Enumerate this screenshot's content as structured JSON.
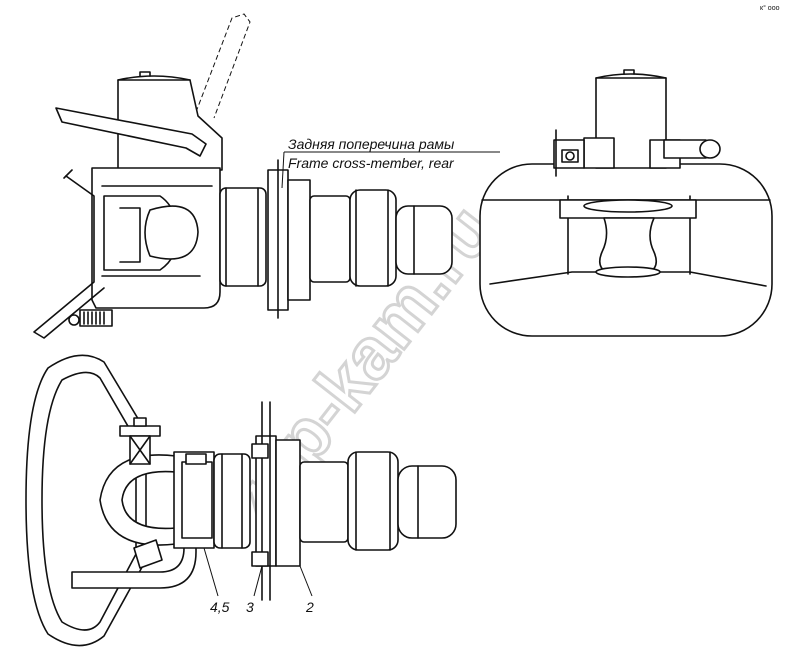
{
  "labels": {
    "caption_ru": "Задняя поперечина рамы",
    "caption_en": "Frame cross-member, rear",
    "callout_45": "4,5",
    "callout_3": "3",
    "callout_2": "2",
    "corner_mark": "к° ооо"
  },
  "watermark": "zap-kam.ru",
  "colors": {
    "line": "#111111",
    "background": "#ffffff",
    "watermark": "#d4d4d4"
  }
}
